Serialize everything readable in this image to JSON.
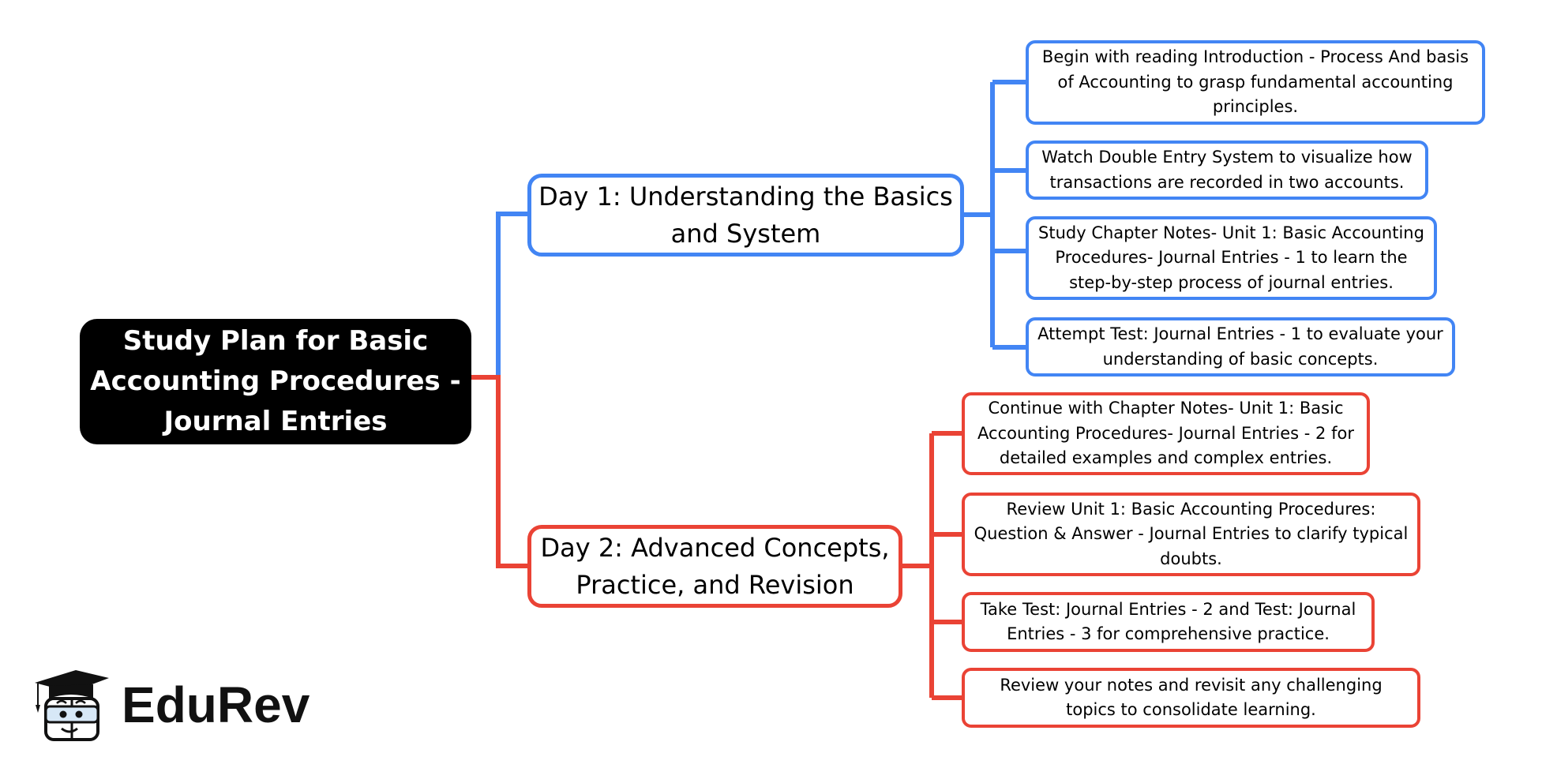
{
  "root": {
    "label": "Study Plan for Basic Accounting Procedures - Journal Entries"
  },
  "colors": {
    "day1": "#4285F4",
    "day2": "#EA4335",
    "root_bg": "#000000"
  },
  "branches": [
    {
      "label": "Day 1: Understanding the Basics and System",
      "items": [
        "Begin with reading Introduction - Process And basis of Accounting to grasp fundamental accounting principles.",
        "Watch Double Entry System to visualize how transactions are recorded in two accounts.",
        "Study Chapter Notes- Unit 1: Basic Accounting Procedures- Journal Entries - 1 to learn the step-by-step process of journal entries.",
        "Attempt Test: Journal Entries - 1 to evaluate your understanding of basic concepts."
      ]
    },
    {
      "label": "Day 2: Advanced Concepts, Practice, and Revision",
      "items": [
        "Continue with Chapter Notes- Unit 1: Basic Accounting Procedures- Journal Entries - 2 for detailed examples and complex entries.",
        "Review Unit 1: Basic Accounting Procedures: Question & Answer - Journal Entries to clarify typical doubts.",
        "Take Test: Journal Entries - 2 and Test: Journal Entries - 3 for comprehensive practice.",
        "Review your notes and revisit any challenging topics to consolidate learning."
      ]
    }
  ],
  "logo": {
    "text": "EduRev",
    "icon": "graduate-mascot-icon"
  }
}
